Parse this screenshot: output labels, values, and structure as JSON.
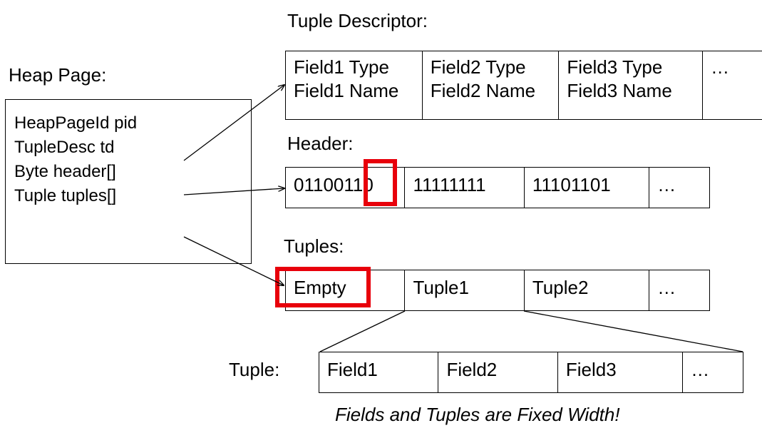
{
  "heap_page": {
    "label": "Heap Page:",
    "fields": [
      "HeapPageId pid",
      "TupleDesc td",
      "Byte header[]",
      "Tuple tuples[]"
    ]
  },
  "tuple_descriptor": {
    "label": "Tuple Descriptor:",
    "cells": [
      {
        "type": "Field1 Type",
        "name": "Field1 Name"
      },
      {
        "type": "Field2 Type",
        "name": "Field2 Name"
      },
      {
        "type": "Field3 Type",
        "name": "Field3 Name"
      },
      {
        "type": "…",
        "name": ""
      }
    ]
  },
  "header": {
    "label": "Header:",
    "cells": [
      "01100110",
      "11111111",
      "11101101",
      "…"
    ]
  },
  "tuples": {
    "label": "Tuples:",
    "cells": [
      "Empty",
      "Tuple1",
      "Tuple2",
      "…"
    ]
  },
  "tuple": {
    "label": "Tuple:",
    "cells": [
      "Field1",
      "Field2",
      "Field3",
      "…"
    ]
  },
  "footer": "Fields and Tuples are Fixed Width!",
  "colors": {
    "highlight": "#e8000b",
    "line": "#000000",
    "background": "#ffffff"
  }
}
